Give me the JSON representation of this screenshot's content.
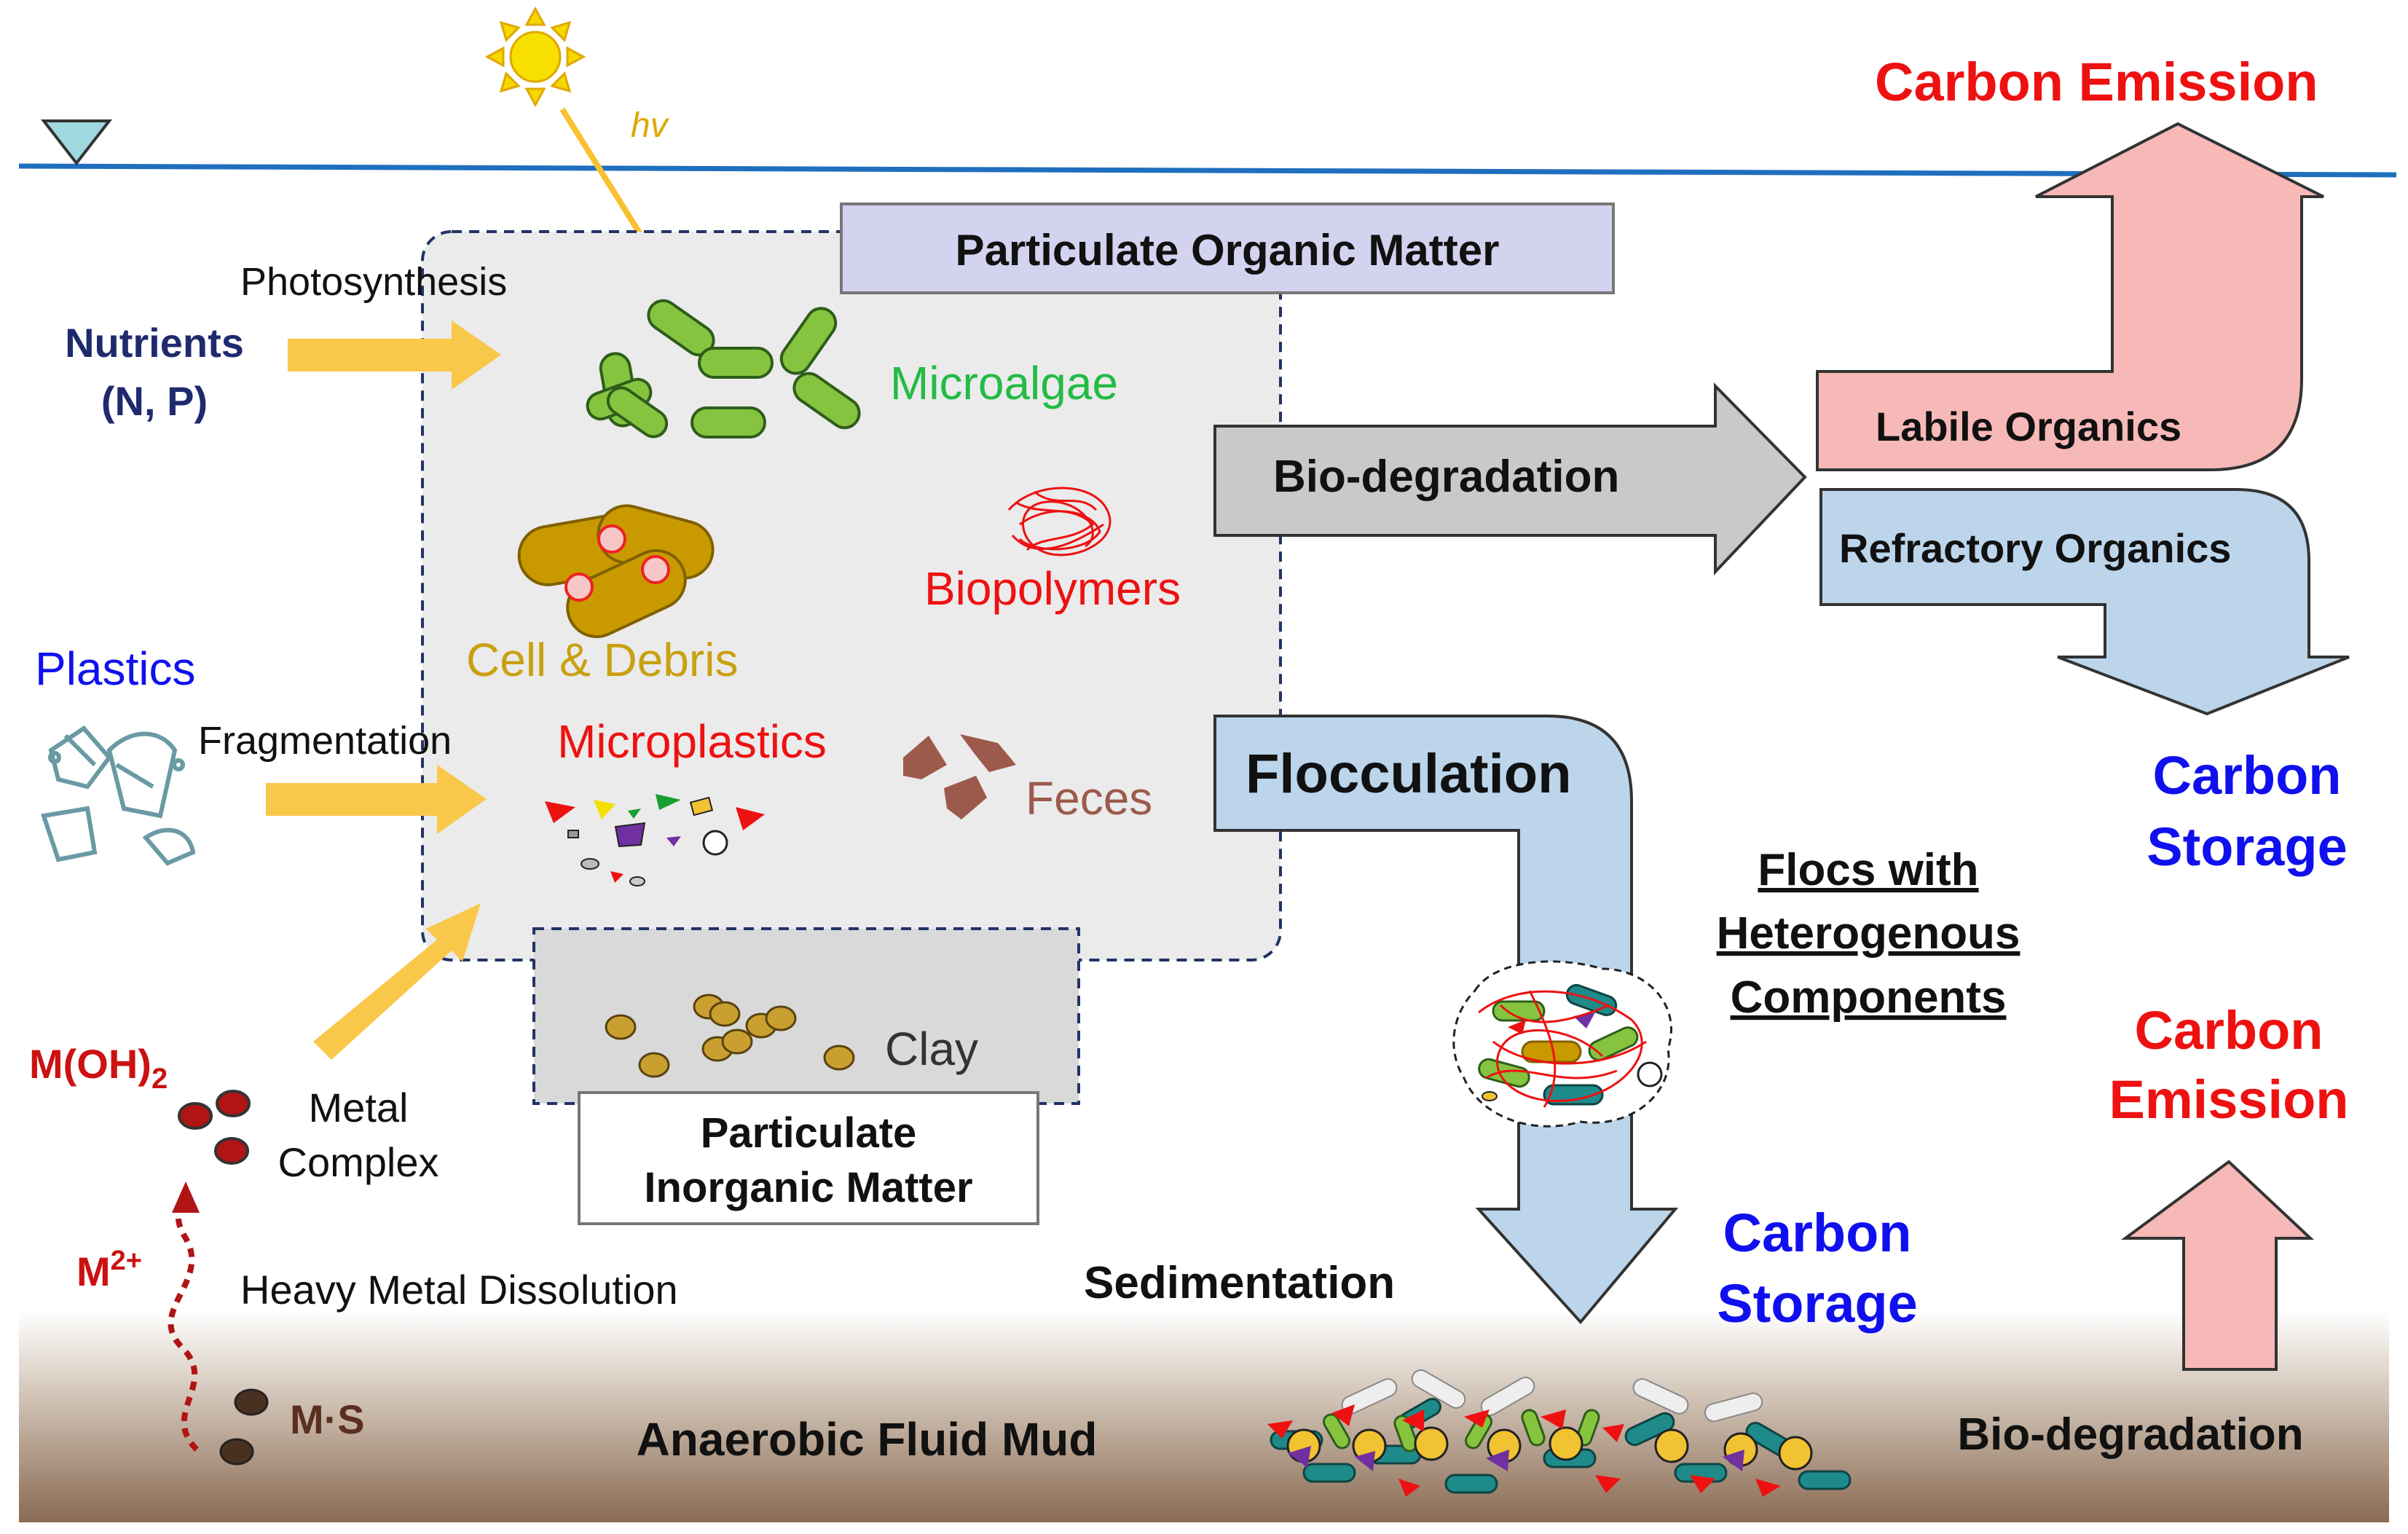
{
  "labels": {
    "hv": "hv",
    "carbon_emission_top": "Carbon Emission",
    "photosynthesis": "Photosynthesis",
    "nutrients_1": "Nutrients",
    "nutrients_2": "(N, P)",
    "pom_title": "Particulate  Organic  Matter",
    "microalgae": "Microalgae",
    "biodegradation_arrow": "Bio-degradation",
    "labile_organics": "Labile Organics",
    "refractory_organics": "Refractory Organics",
    "biopolymers": "Biopolymers",
    "cell_debris": "Cell & Debris",
    "plastics": "Plastics",
    "fragmentation": "Fragmentation",
    "microplastics": "Microplastics",
    "feces": "Feces",
    "flocculation": "Flocculation",
    "carbon_storage_right_1": "Carbon",
    "carbon_storage_right_2": "Storage",
    "flocs_1": "Flocs with",
    "flocs_2": "Heterogenous",
    "flocs_3": "Components",
    "clay": "Clay",
    "pim_1": "Particulate",
    "pim_2": "Inorganic Matter",
    "metal_hydroxide_main": "M(OH)",
    "metal_hydroxide_sub": "2",
    "metal_complex_1": "Metal",
    "metal_complex_2": "Complex",
    "carbon_emission_lower_1": "Carbon",
    "carbon_emission_lower_2": "Emission",
    "m2plus_main": "M",
    "m2plus_sup": "2+",
    "heavy_metal": "Heavy  Metal  Dissolution",
    "sedimentation": "Sedimentation",
    "carbon_storage_mid_1": "Carbon",
    "carbon_storage_mid_2": "Storage",
    "ms": "M·S",
    "anaerobic_mud": "Anaerobic  Fluid  Mud",
    "biodegradation_bottom": "Bio-degradation"
  },
  "colors": {
    "water_line": "#1f6fbf",
    "sun": "#f5d800",
    "yellow_arrow": "#f9c84a",
    "pom_box_fill": "#ebebeb",
    "pom_title_fill": "#d3d3f0",
    "grey_arrow": "#c9c9c9",
    "labile_fill": "#f7b8b8",
    "refractory_fill": "#bcd5eb",
    "red_text": "#ee1111",
    "blue_text": "#1010ee",
    "green_text": "#22bb44",
    "gold_text": "#c9a010",
    "navy_text": "#1f2a6e",
    "feces_color": "#9c5a4c",
    "dark_red": "#cc1111",
    "mud_top": "#ffffff",
    "mud_bottom": "#8e7058"
  }
}
